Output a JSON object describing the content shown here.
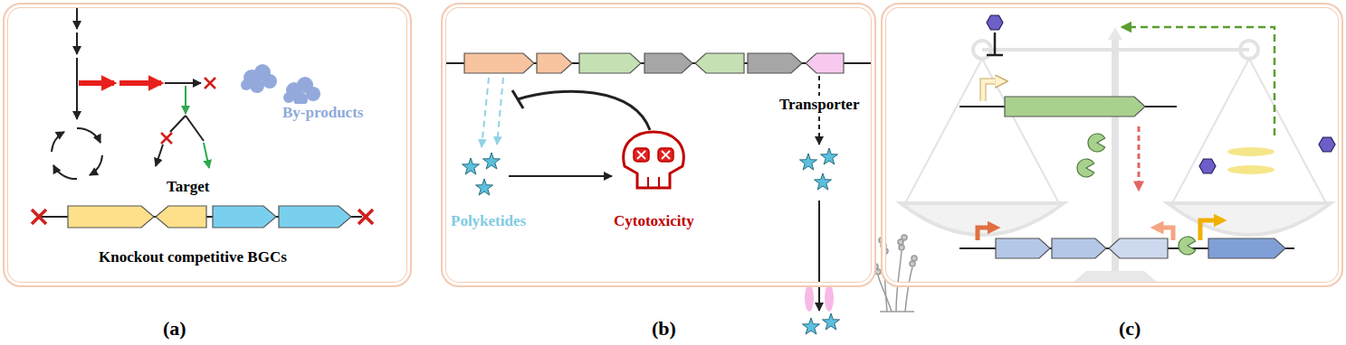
{
  "diagram": {
    "nodes": [
      {
        "text": [
          "(a)"
        ]
      },
      {
        "text": [
          "(b)"
        ]
      },
      {
        "text": [
          "(c)"
        ]
      }
    ],
    "labels": [
      "By-products",
      "Target",
      "Knockout competitive BGCs",
      "Polyketides",
      "Cytotoxicity",
      "Transporter"
    ]
  }
}
